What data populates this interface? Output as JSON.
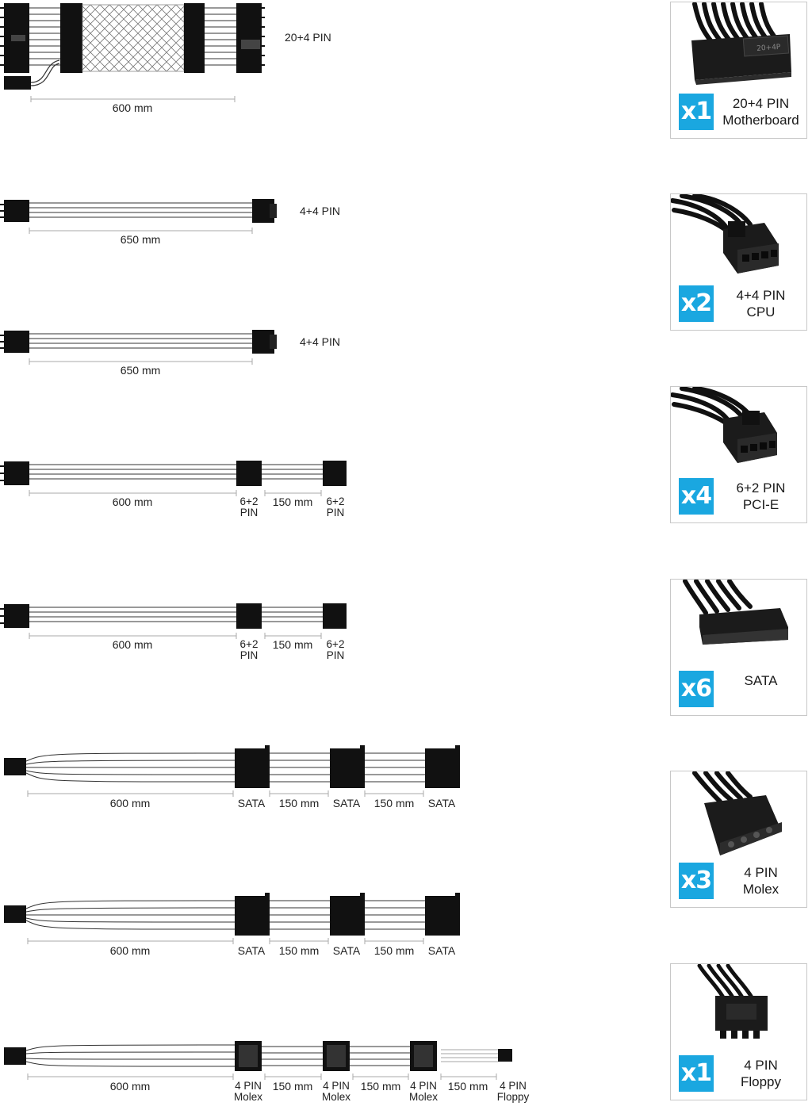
{
  "cables": {
    "mb": {
      "connector": "20+4 PIN",
      "length": "600 mm"
    },
    "cpu1": {
      "connector": "4+4 PIN",
      "length": "650 mm"
    },
    "cpu2": {
      "connector": "4+4 PIN",
      "length": "650 mm"
    },
    "pcie1": {
      "length": "600 mm",
      "connector_a": "6+2",
      "connector_a2": "PIN",
      "mid_length": "150 mm",
      "connector_b": "6+2",
      "connector_b2": "PIN"
    },
    "pcie2": {
      "length": "600 mm",
      "connector_a": "6+2",
      "connector_a2": "PIN",
      "mid_length": "150 mm",
      "connector_b": "6+2",
      "connector_b2": "PIN"
    },
    "sata1": {
      "length": "600 mm",
      "c1": "SATA",
      "seg1": "150 mm",
      "c2": "SATA",
      "seg2": "150 mm",
      "c3": "SATA"
    },
    "sata2": {
      "length": "600 mm",
      "c1": "SATA",
      "seg1": "150 mm",
      "c2": "SATA",
      "seg2": "150 mm",
      "c3": "SATA"
    },
    "molex": {
      "length": "600 mm",
      "c1a": "4 PIN",
      "c1b": "Molex",
      "seg1": "150 mm",
      "c2a": "4 PIN",
      "c2b": "Molex",
      "seg2": "150 mm",
      "c3a": "4 PIN",
      "c3b": "Molex",
      "seg3": "150 mm",
      "c4a": "4 PIN",
      "c4b": "Floppy"
    }
  },
  "cards": [
    {
      "count": "x1",
      "line1": "20+4 PIN",
      "line2": "Motherboard",
      "icon": "24-pin-connector-icon"
    },
    {
      "count": "x2",
      "line1": "4+4 PIN",
      "line2": "CPU",
      "icon": "8-pin-cpu-connector-icon"
    },
    {
      "count": "x4",
      "line1": "6+2 PIN",
      "line2": "PCI-E",
      "icon": "8-pin-pcie-connector-icon"
    },
    {
      "count": "x6",
      "line1": "SATA",
      "line2": "",
      "icon": "sata-connector-icon"
    },
    {
      "count": "x3",
      "line1": "4 PIN",
      "line2": "Molex",
      "icon": "molex-connector-icon"
    },
    {
      "count": "x1",
      "line1": "4 PIN",
      "line2": "Floppy",
      "icon": "floppy-connector-icon"
    }
  ],
  "card_molded_text": "20+4P",
  "colors": {
    "badge": "#1aa7e0",
    "connector": "#111111",
    "wire": "#333333",
    "border": "#c8c8c8"
  }
}
